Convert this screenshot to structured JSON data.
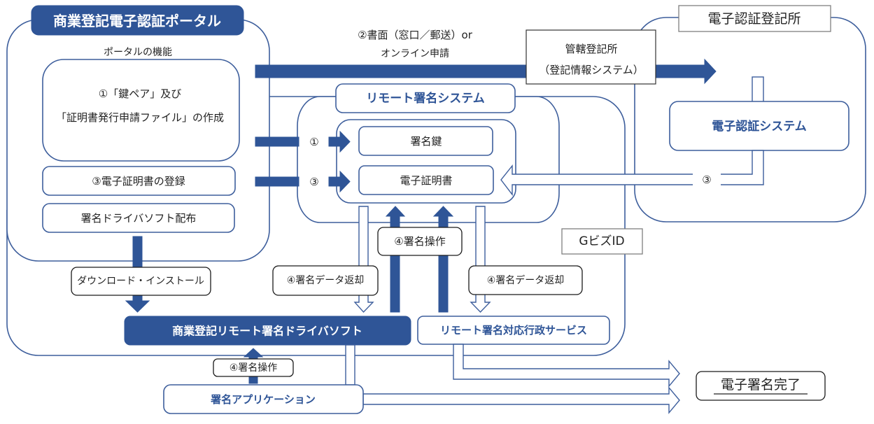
{
  "portal": {
    "title": "商業登記電子認証ポータル",
    "subtitle": "ポータルの機能",
    "key_pair_line1": "①「鍵ペア」及び",
    "key_pair_line2": "「証明書発行申請ファイル」の作成",
    "cert_registration": "③電子証明書の登録",
    "driver_distribution": "署名ドライバソフト配布"
  },
  "application_flow": {
    "line1": "②書面（窓口／郵送）or",
    "line2": "オンライン申請"
  },
  "registry_office": {
    "line1": "管轄登記所",
    "line2": "（登記情報システム）"
  },
  "ecert_registry": {
    "title": "電子認証登記所",
    "system": "電子認証システム"
  },
  "remote_signing": {
    "title": "リモート署名システム",
    "signing_key": "署名鍵",
    "certificate": "電子証明書"
  },
  "steps": {
    "step1": "①",
    "step3_left": "③",
    "step3_right": "③"
  },
  "gbiz": {
    "label": "GビズID"
  },
  "flow_labels": {
    "download_install": "ダウンロード・インストール",
    "sign_data_return_left": "④署名データ返却",
    "sign_operation_center": "④署名操作",
    "sign_data_return_right": "④署名データ返却",
    "sign_operation_bottom": "④署名操作"
  },
  "driver_software": "商業登記リモート署名ドライバソフト",
  "admin_service": "リモート署名対応行政サービス",
  "sign_application": "署名アプリケーション",
  "signature_complete": "電子署名完了",
  "colors": {
    "primary": "#2F5597",
    "outline": "#3D5E9C",
    "text": "#222222"
  }
}
